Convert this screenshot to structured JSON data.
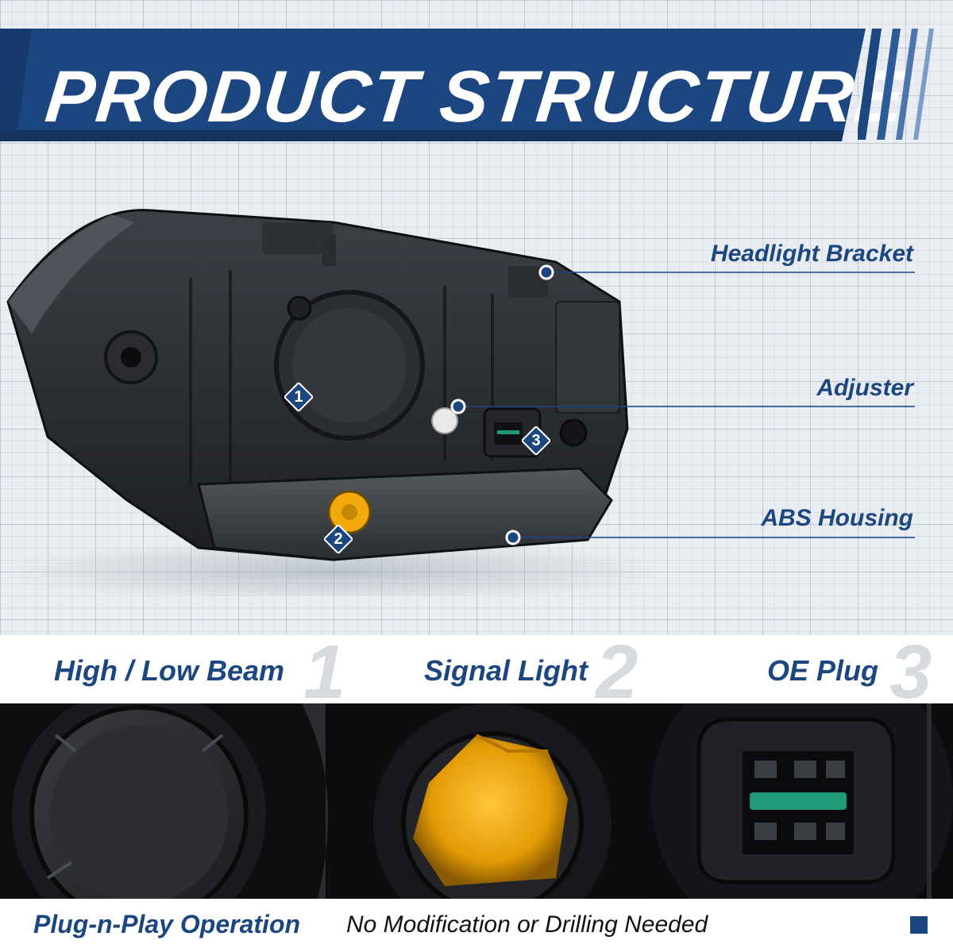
{
  "banner": {
    "title": "PRODUCT STRUCTURE"
  },
  "callouts": [
    {
      "label": "Headlight Bracket"
    },
    {
      "label": "Adjuster"
    },
    {
      "label": "ABS Housing"
    }
  ],
  "markers": [
    {
      "number": "1"
    },
    {
      "number": "2"
    },
    {
      "number": "3"
    }
  ],
  "features": [
    {
      "label": "High / Low Beam",
      "number": "1"
    },
    {
      "label": "Signal Light",
      "number": "2"
    },
    {
      "label": "OE Plug",
      "number": "3"
    }
  ],
  "footer": {
    "primary": "Plug-n-Play Operation",
    "secondary": "No Modification or Drilling Needed"
  },
  "colors": {
    "brand_blue": "#1c4680",
    "banner_dark": "#163a6c",
    "signal_amber": "#f2a90c",
    "connector_green": "#1f9a78"
  }
}
